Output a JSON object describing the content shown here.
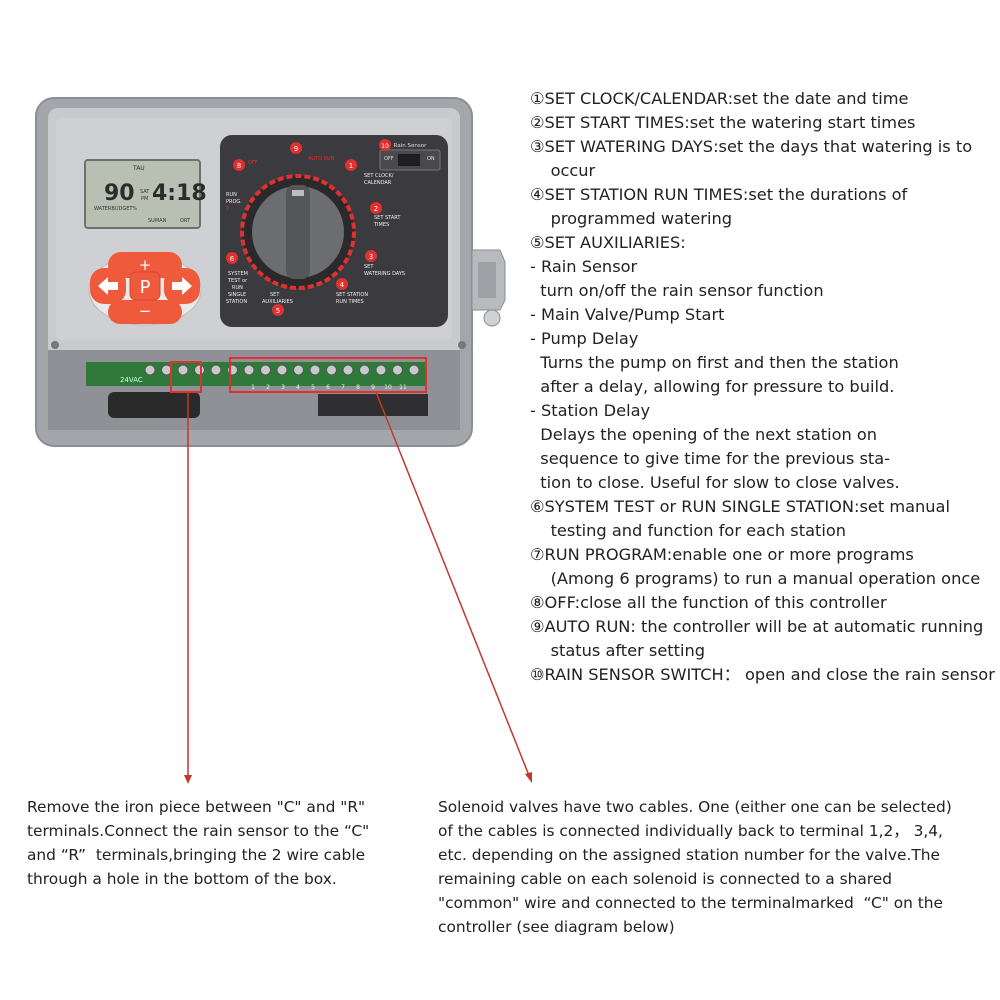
{
  "annotations": [
    "①SET CLOCK/CALENDAR:set the date and time",
    "②SET START TIMES:set the watering start times",
    "③SET WATERING DAYS:set the days that watering is to",
    "    occur",
    "④SET STATION RUN TIMES:set the durations of",
    "    programmed watering",
    "⑤SET AUXILIARIES:",
    "- Rain Sensor",
    "  turn on/off the rain sensor function",
    "- Main Valve/Pump Start",
    "- Pump Delay",
    "  Turns the pump on first and then the station",
    "  after a delay, allowing for pressure to build.",
    "- Station Delay",
    "  Delays the opening of the next station on",
    "  sequence to give time for the previous sta-",
    "  tion to close. Useful for slow to close valves.",
    "⑥SYSTEM TEST or RUN SINGLE STATION:set manual",
    "    testing and function for each station",
    "⑦RUN PROGRAM:enable one or more programs",
    "    (Among 6 programs) to run a manual operation once",
    "⑧OFF:close all the function of this controller",
    "⑨AUTO RUN: the controller will be at automatic running",
    "    status after setting",
    "⑩RAIN SENSOR SWITCH： open and close the rain sensor"
  ],
  "bottom_left": [
    "Remove the iron piece between \"C\" and \"R\"",
    "terminals.Connect the rain sensor to the “C\"",
    "and “R”  terminals,bringing the 2 wire cable",
    "through a hole in the bottom of the box."
  ],
  "bottom_right": [
    "Solenoid valves have two cables. One (either one can be selected)",
    "of the cables is connected individually back to terminal 1,2， 3,4,",
    "etc. depending on the assigned station number for the valve.The",
    "remaining cable on each solenoid is connected to a shared",
    "\"common\" wire and connected to the terminalmarked  “C\" on the",
    "controller (see diagram below)"
  ],
  "device": {
    "lcd": {
      "top": "TAU",
      "left_digits": "90",
      "right_digits": "4:18",
      "sub_left": "WATERBUDGET%",
      "day": "SAT",
      "pm": "PM",
      "bottom1": "SUMAN",
      "bottom2": "ORT"
    },
    "keypad": {
      "up": "+",
      "down": "−",
      "center": "P"
    },
    "dial": {
      "n1": "1",
      "n2": "2",
      "n3": "3",
      "n4": "4",
      "n5": "5",
      "n6": "6",
      "n7": "7",
      "n8": "8",
      "n9": "9",
      "n10": "10",
      "l1": "SET CLOCK/",
      "l1b": "CALENDAR",
      "l2": "SET START",
      "l2b": "TIMES",
      "l3": "SET",
      "l3b": "WATERING DAYS",
      "l4": "SET STATION",
      "l4b": "RUN TIMES",
      "l5": "SET",
      "l5b": "AUXILIARIES",
      "l6a": "SYSTEM",
      "l6b": "TEST or",
      "l6c": "RUN",
      "l6d": "SINGLE",
      "l6e": "STATION",
      "l7a": "RUN",
      "l7b": "PROG.",
      "l8": "OFF",
      "l9": "AUTO RUN",
      "l10": "Rain Sensor",
      "sw_left": "OFF",
      "sw_right": "ON"
    },
    "terminals": [
      "1",
      "2",
      "3",
      "4",
      "5",
      "6",
      "7",
      "8",
      "9",
      "10",
      "11"
    ],
    "label_24v": "24VAC",
    "colors": {
      "housing": "#a9abb0",
      "panel": "#c7c8cb",
      "dial_face": "#3b3b3f",
      "keypad": "#f05a3c",
      "terminal": "#2f7a3a",
      "red_box": "#e03030",
      "arrow": "#c0392b"
    }
  }
}
